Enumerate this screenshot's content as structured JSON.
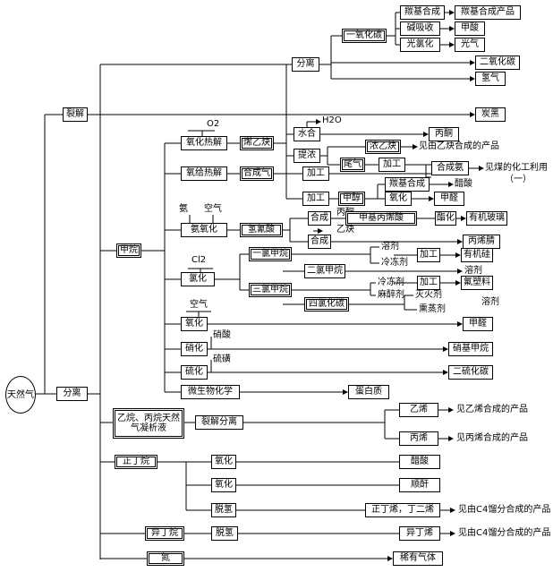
{
  "root": "天然气",
  "main": [
    "裂解",
    "分离"
  ],
  "n_yiyanghuatan": "一氧化碳",
  "n_fenli": "分离",
  "n_tanjiheche": "羰基合成",
  "n_jianxishou": "碱吸收",
  "n_guanglvhua": "光氯化",
  "p_tanjihecheng_chanpin": "羰基合成产品",
  "p_jiasuan": "甲酸",
  "p_guangqi": "光气",
  "p_eryanghuatan": "二氧化碳",
  "p_qingqi": "氢气",
  "p_tanhei": "炭黑",
  "f_o2": "O2",
  "f_h2o": "H2O",
  "n_yanghua_rejie": "氧化热解",
  "n_xiyique": "烯乙炔",
  "n_shuihe": "水合",
  "p_bingtong": "丙酮",
  "n_tinong": "提浓",
  "n_nongyique": "浓乙炔",
  "p_jianyique": "见由乙炔合成的产品",
  "n_weiqi": "尾气",
  "n_jiagong1": "加工",
  "n_hechengan": "合成氨",
  "p_jianmei": "见煤的化工利用",
  "p_jianmei2": "（一）",
  "n_yanggei_rejie": "氧给热解",
  "n_hechengqi": "合成气",
  "n_jiagong2": "加工",
  "n_jiagong3": "加工",
  "n_jiachun": "甲醇",
  "n_tanjiheche2": "羰基合成",
  "p_cusuan": "醋酸",
  "n_yanghua1": "氧化",
  "p_jiaquan": "甲醛",
  "f_an": "氨",
  "f_kongqi": "空气",
  "n_anyanghua": "氨氧化",
  "n_qingqingsuan": "氢氰酸",
  "n_hehe1": "合成",
  "f_bingtong": "丙酮",
  "n_jiajibingxisuan": "甲基丙烯酸",
  "n_zhihua": "酯化",
  "p_youjiboli": "有机玻璃",
  "n_hehe2": "合成",
  "f_yique": "乙炔",
  "p_bingxijing": "丙烯腈",
  "n_jiawan": "甲烷",
  "f_cl2": "Cl2",
  "n_lvhua": "氯化",
  "n_yilvjiawan": "一氯甲烷",
  "t_rongji": "溶剂",
  "t_lengdongji": "冷冻剂",
  "n_jiagong4": "加工",
  "p_youjigui": "有机硅",
  "n_erlvjiawan": "二氯甲烷",
  "p_rongji": "溶剂",
  "n_sanlvjiawan": "三氯甲烷",
  "n_jiagong5": "加工",
  "p_fusuliao": "氟塑料",
  "t_mazuiji": "麻醉剂",
  "n_silvhuatan": "四氯化碳",
  "t_miehuoji": "灭火剂",
  "t_xunzhengji": "熏蒸剂",
  "p_rongji2": "溶剂",
  "f_kongqi2": "空气",
  "n_yanghua2": "氧化",
  "p_jiaquan2": "甲醛",
  "f_xiaosuan": "硝酸",
  "n_xiaohua": "硝化",
  "p_xiaojijiawan": "硝基甲烷",
  "f_liuhuang": "硫磺",
  "n_liuhua": "硫化",
  "p_erliuhuatan": "二硫化碳",
  "n_weishengwu": "微生物化学",
  "p_danbaizhi": "蛋白质",
  "n_yiwan": "乙烷、丙烷天然气凝析液",
  "n_liejiefenli": "裂解分离",
  "n_yixi": "乙烯",
  "p_jianyixi": "见乙烯合成的产品",
  "n_bingxi": "丙烯",
  "p_jianbingxi": "见丙烯合成的产品",
  "n_zhengdingwan": "正丁烷",
  "n_yanghua3": "氧化",
  "p_cusuan2": "醋酸",
  "n_yanghua4": "氧化",
  "p_shungan": "顺酐",
  "n_tuoqing1": "脱氢",
  "n_dingxi": "正丁烯，丁二烯",
  "p_jianc4": "见由C4馏分合成的产品",
  "n_yidingwan": "异丁烷",
  "n_tuoqing2": "脱氢",
  "n_yidingxi": "异丁烯",
  "p_jianc4_2": "见由C4馏分合成的产品",
  "n_dan": "氮",
  "p_xiyouqiti": "稀有气体"
}
